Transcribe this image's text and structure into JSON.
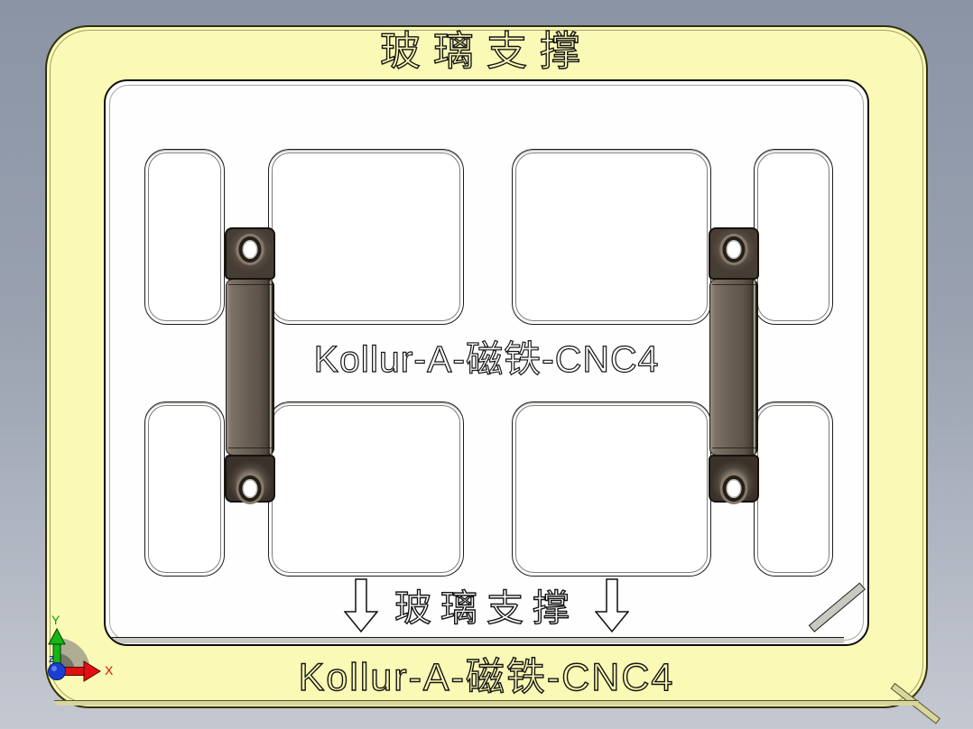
{
  "scene": {
    "description": "CAD viewport showing a yellow fixture plate named glass support with white base plate, eight pockets and two clamp bars"
  },
  "colors": {
    "bg_top": "#8a94a5",
    "bg_bottom": "#c4c8d1",
    "plate_yellow": "#faf9b5",
    "plate_edge": "#d8d69c",
    "base_white": "#fefefe",
    "clamp_face": "#6b6054",
    "clamp_dark": "#3a332b",
    "clamp_light": "#9a9083",
    "axis_x": "#e01010",
    "axis_y": "#12ad12",
    "origin_blue": "#1a3fd0"
  },
  "fixture_plate": {
    "top_title": "玻璃支撑",
    "bottom_label": "Kollur-A-磁铁-CNC4"
  },
  "base_plate": {
    "center_label": "Kollur-A-磁铁-CNC4",
    "support_label": "玻璃支撑"
  },
  "triad": {
    "x_label": "X",
    "y_label": "Y",
    "z_label": "Z"
  }
}
